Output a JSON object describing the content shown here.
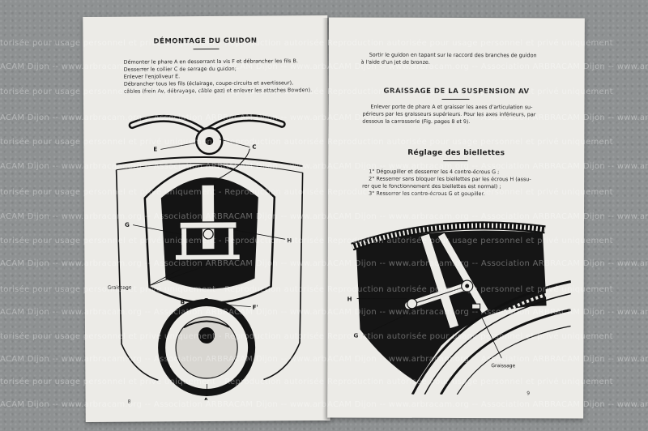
{
  "left_page": {
    "heading": "DÉMONTAGE DU GUIDON",
    "lines": [
      "Démonter le phare A en desserrant la vis F et débrancher les fils B.",
      "Desserrer le collier C de serrage du guidon;",
      "Enlever l'enjoliveur E.",
      "Débrancher tous les fils (éclairage, coupe-circuits et avertisseur),",
      "câbles (frein Av, débrayage, câble gaz) et enlever les attaches Bowden)."
    ],
    "figure_labels": {
      "E": "E",
      "C": "C",
      "G": "G",
      "H": "H",
      "greasing": "Graissage",
      "B": "B",
      "F": "F'",
      "A": "A"
    },
    "page_number": "8"
  },
  "right_page": {
    "intro_lines": [
      "Sortir le guidon en tapant sur le raccord des branches de guidon",
      "à l'aide d'un jet de bronze."
    ],
    "section1": {
      "heading": "GRAISSAGE DE LA SUSPENSION AV",
      "lines": [
        "Enlever porte de phare A et graisser les axes d'articulation su-",
        "périeurs par les graisseurs supérieurs. Pour les axes inférieurs, par",
        "dessous la carrosserie (Fig. pages 8 et 9)."
      ]
    },
    "section2": {
      "heading": "Réglage des biellettes",
      "lines": [
        "1° Dégoupiller et desserrer les 4 contre-écrous G ;",
        "2° Resserrer sans bloquer les biellettes par les écrous H (assu-",
        "rer que le fonctionnement des biellettes est normal) ;",
        "3° Resserrer les contre-écrous G et goupiller."
      ]
    },
    "figure_labels": {
      "H": "H",
      "G": "G",
      "greasing": "Graissage"
    },
    "page_number": "9"
  },
  "watermark": {
    "left_text": "torisée pour usage personnel et privé uniquement - Reproduction autorisée pour usage",
    "right_text": "Reproduction autorisée pour usage personnel et privé uniquement",
    "dijon_text": "ACAM Dijon -- www.arbracam.org -- Association ARBRACAM Dijon -- www.arbracam.org -- Association ARBRACAM Dijon"
  }
}
